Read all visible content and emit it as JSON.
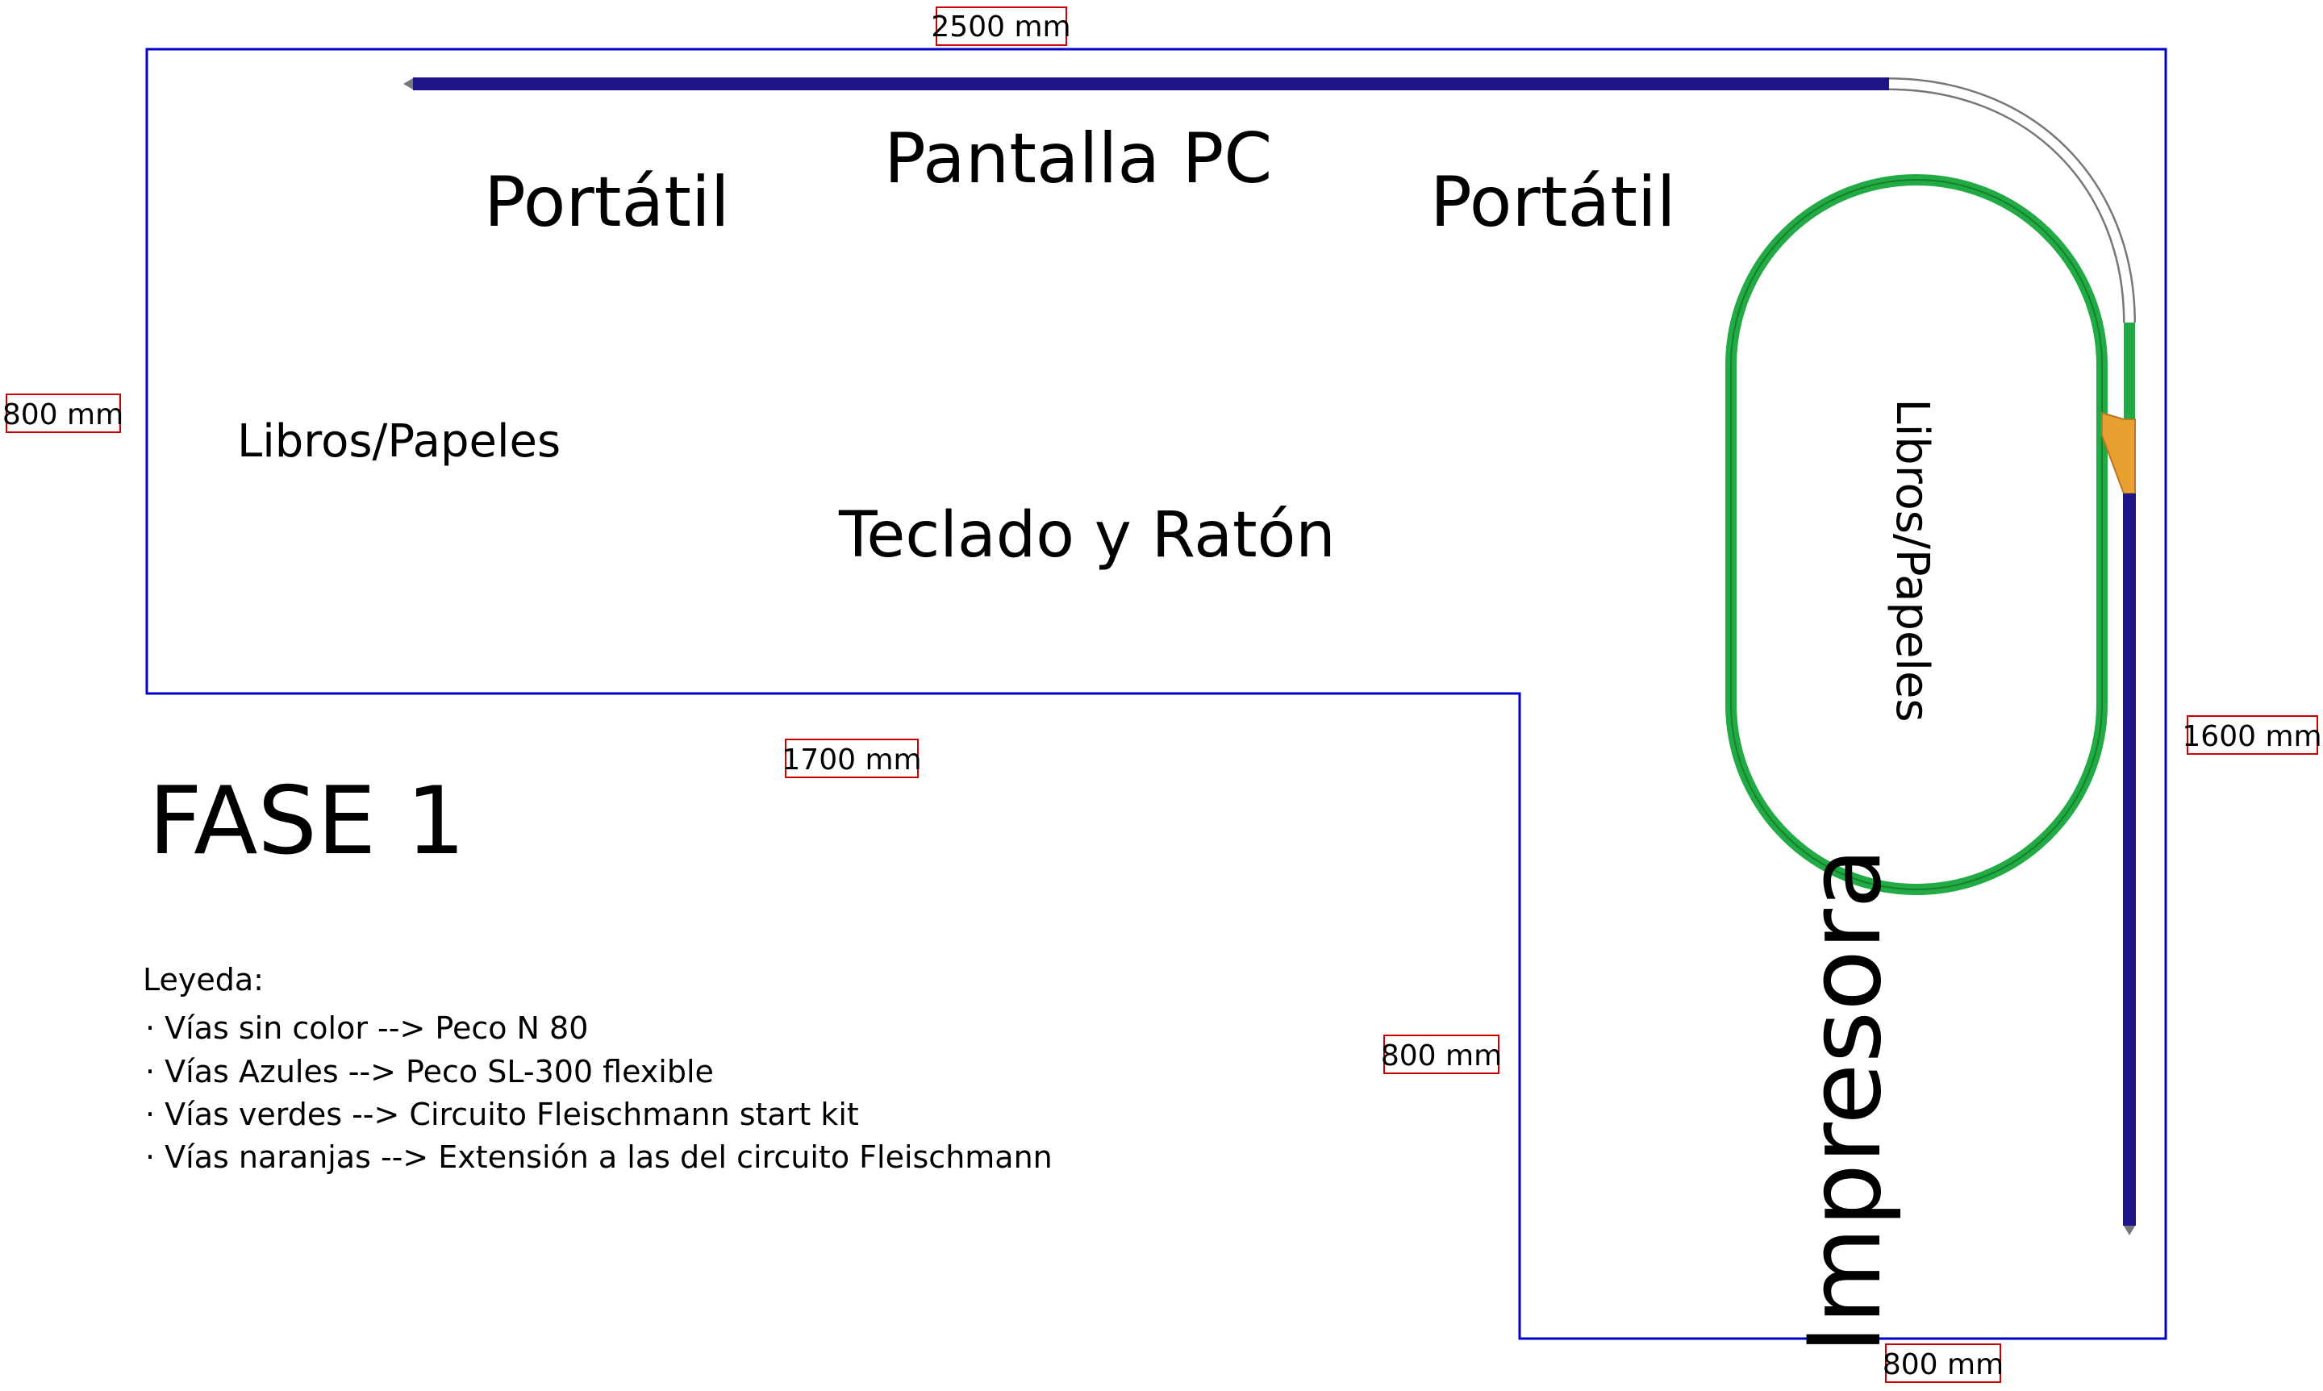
{
  "dimensions": {
    "top": "2500 mm",
    "left": "800 mm",
    "inner_horizontal": "1700 mm",
    "inner_vertical": "800 mm",
    "right": "1600 mm",
    "bottom": "800 mm"
  },
  "areas": {
    "portatil_left": "Portátil",
    "pantalla_pc": "Pantalla PC",
    "portatil_right": "Portátil",
    "libros_left": "Libros/Papeles",
    "teclado": "Teclado y Ratón",
    "libros_right": "Libros/Papeles",
    "impresora": "Impresora"
  },
  "phase_title": "FASE 1",
  "legend": {
    "title": "Leyeda:",
    "items": [
      "· Vías sin color --> Peco N 80",
      "· Vías Azules --> Peco SL-300 flexible",
      "· Vías verdes --> Circuito Fleischmann start kit",
      "· Vías naranjas --> Extensión a las del circuito Fleischmann"
    ]
  },
  "colors": {
    "outline": "#0000cc",
    "dimension_box": "#cc0000",
    "track_blue": "#1f1487",
    "track_green": "#22aa44",
    "track_orange": "#e8a030",
    "track_uncolored": "#ffffff"
  }
}
